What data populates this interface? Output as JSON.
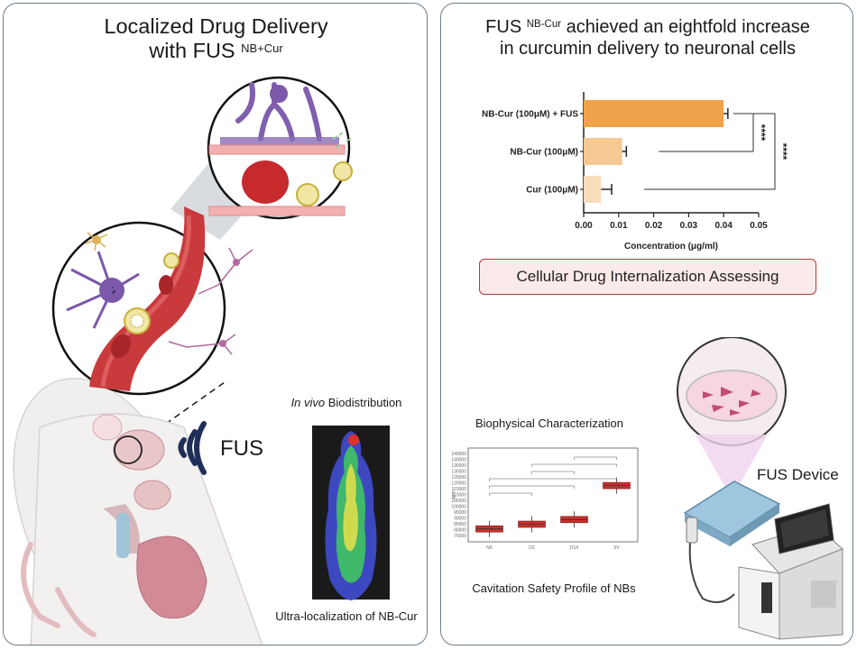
{
  "left": {
    "title_line1": "Localized Drug Delivery",
    "title_line2_prefix": "with FUS ",
    "title_line2_sup": "NB+Cur",
    "fus_label": "FUS",
    "biodist_italic": "In vivo",
    "biodist_rest": " Biodistribution",
    "ultra_caption": "Ultra-localization of NB-Cur"
  },
  "right": {
    "title_line1_prefix": "FUS ",
    "title_line1_sup": "NB-Cur",
    "title_line1_rest": " achieved an eightfold increase",
    "title_line2": "in curcumin delivery to neuronal cells",
    "assess_label": "Cellular Drug Internalization Assessing",
    "biophys_label": "Biophysical Characterization",
    "cavitation_label": "Cavitation Safety Profile of NBs",
    "device_label": "FUS Device"
  },
  "chart_data": {
    "type": "bar",
    "orientation": "horizontal",
    "categories": [
      "NB-Cur (100μM) + FUS",
      "NB-Cur (100μM)",
      "Cur (100μM)"
    ],
    "values": [
      0.04,
      0.011,
      0.005
    ],
    "errors": [
      0.0012,
      0.0012,
      0.003
    ],
    "colors": [
      "#f0a24a",
      "#f5c994",
      "#f8ddbb"
    ],
    "xlabel": "Concentration (μg/ml)",
    "xlim": [
      0,
      0.05
    ],
    "xticks": [
      "0.00",
      "0.01",
      "0.02",
      "0.03",
      "0.04",
      "0.05"
    ],
    "significance": [
      {
        "from": 0,
        "to": 1,
        "label": "****"
      },
      {
        "from": 0,
        "to": 2,
        "label": "****"
      }
    ]
  },
  "mini_chart": {
    "categories": [
      "N0",
      "D2",
      "D14",
      "5V"
    ],
    "values": [
      81000,
      85000,
      89000,
      118000
    ],
    "ylabel": "ATP"
  }
}
